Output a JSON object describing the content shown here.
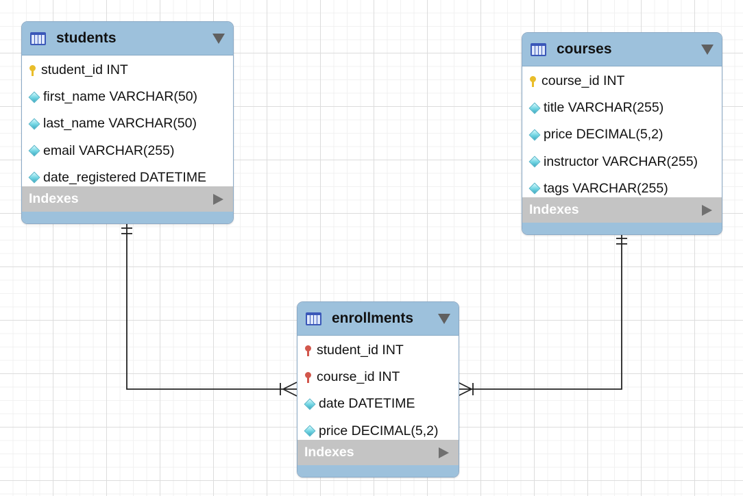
{
  "diagram": {
    "tables": [
      {
        "id": "students",
        "name": "students",
        "columns": [
          {
            "text": "student_id INT",
            "icon": "primary-key-icon"
          },
          {
            "text": "first_name VARCHAR(50)",
            "icon": "column-icon"
          },
          {
            "text": "last_name VARCHAR(50)",
            "icon": "column-icon"
          },
          {
            "text": "email VARCHAR(255)",
            "icon": "column-icon"
          },
          {
            "text": "date_registered DATETIME",
            "icon": "column-icon"
          }
        ],
        "indexes_label": "Indexes"
      },
      {
        "id": "courses",
        "name": "courses",
        "columns": [
          {
            "text": "course_id INT",
            "icon": "primary-key-icon"
          },
          {
            "text": "title VARCHAR(255)",
            "icon": "column-icon"
          },
          {
            "text": "price DECIMAL(5,2)",
            "icon": "column-icon"
          },
          {
            "text": "instructor VARCHAR(255)",
            "icon": "column-icon"
          },
          {
            "text": "tags VARCHAR(255)",
            "icon": "column-icon"
          }
        ],
        "indexes_label": "Indexes"
      },
      {
        "id": "enrollments",
        "name": "enrollments",
        "columns": [
          {
            "text": "student_id INT",
            "icon": "foreign-key-icon"
          },
          {
            "text": "course_id INT",
            "icon": "foreign-key-icon"
          },
          {
            "text": "date DATETIME",
            "icon": "column-icon"
          },
          {
            "text": "price DECIMAL(5,2)",
            "icon": "column-icon"
          }
        ],
        "indexes_label": "Indexes"
      }
    ],
    "relationships": [
      {
        "from": "students",
        "to": "enrollments",
        "from_cardinality": "one-and-only-one",
        "to_cardinality": "one-or-many"
      },
      {
        "from": "courses",
        "to": "enrollments",
        "from_cardinality": "one-and-only-one",
        "to_cardinality": "one-or-many"
      }
    ],
    "colors": {
      "header": "#9dc1dc",
      "indexes_bar": "#c4c4c4",
      "primary_key": "#e9bd2a",
      "foreign_key": "#d2574c",
      "column_icon": "#6fd4e2",
      "connector": "#222222"
    }
  }
}
